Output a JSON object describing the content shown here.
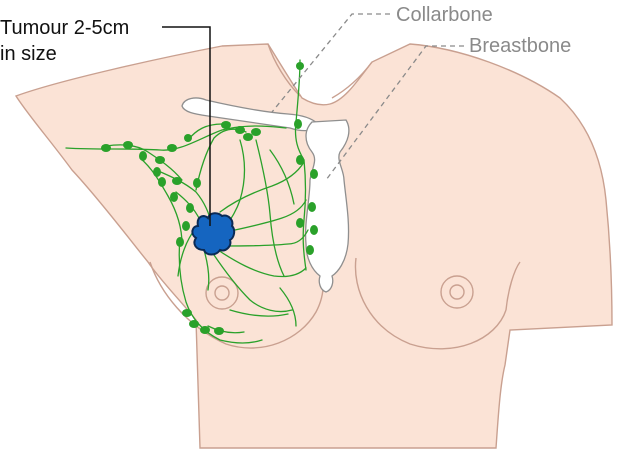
{
  "labels": {
    "tumour_line1": "Tumour 2-5cm",
    "tumour_line2": "in size",
    "collarbone": "Collarbone",
    "breastbone": "Breastbone"
  },
  "colors": {
    "skin": "#fbe3d6",
    "skin_outline": "#c9a090",
    "lymph": "#2aa12a",
    "tumour": "#1565c0",
    "bone_outline": "#8f8f8f",
    "label_grey": "#8a8a8a"
  }
}
